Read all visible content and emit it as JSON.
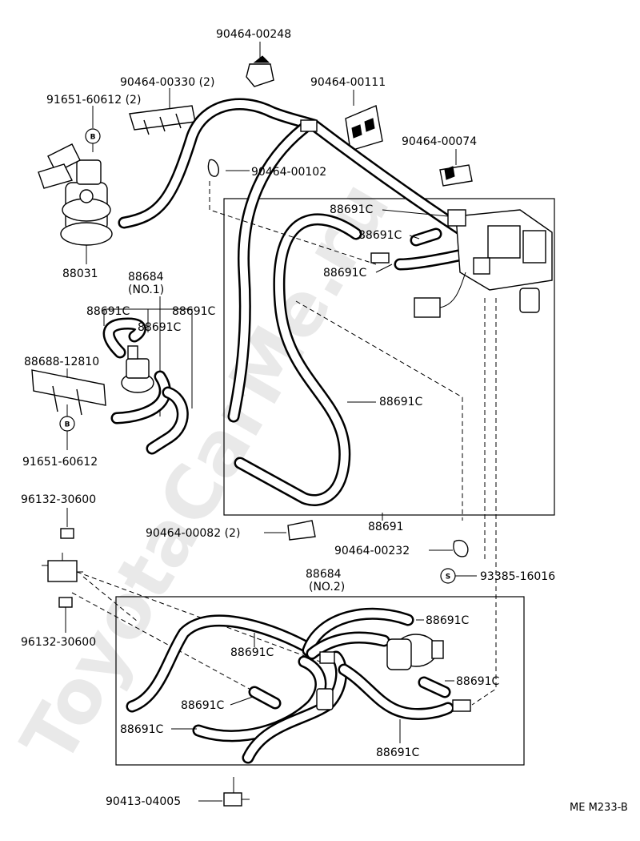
{
  "watermark": "ToyotaCarMe.ru",
  "diagram_code": "ME M233-B",
  "labels": {
    "p_90464_00248": "90464-00248",
    "p_90464_00330": "90464-00330 (2)",
    "p_91651_60612_2": "91651-60612 (2)",
    "p_90464_00111": "90464-00111",
    "p_90464_00074": "90464-00074",
    "p_90464_00102": "90464-00102",
    "p_88031": "88031",
    "p_88684_no1_a": "88684",
    "p_88684_no1_b": "(NO.1)",
    "p_88691c_1": "88691C",
    "p_88691c_2": "88691C",
    "p_88691c_3": "88691C",
    "p_88688_12810": "88688-12810",
    "p_91651_60612": "91651-60612",
    "p_88691c_top1": "88691C",
    "p_88691c_top2": "88691C",
    "p_88691c_top3": "88691C",
    "p_88691c_mid": "88691C",
    "p_88691": "88691",
    "p_90464_00082": "90464-00082 (2)",
    "p_90464_00232": "90464-00232",
    "p_93385_16016": "93385-16016",
    "p_96132_30600_a": "96132-30600",
    "p_96132_30600_b": "96132-30600",
    "p_88684_no2_a": "88684",
    "p_88684_no2_b": "(NO.2)",
    "p_88691c_b1": "88691C",
    "p_88691c_b2": "88691C",
    "p_88691c_b3": "88691C",
    "p_88691c_b4": "88691C",
    "p_88691c_b5": "88691C",
    "p_88691c_b6": "88691C",
    "p_90413_04005": "90413-04005"
  },
  "marks": {
    "b_top": "B",
    "b_bottom": "B",
    "s_mark": "S"
  }
}
